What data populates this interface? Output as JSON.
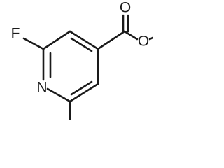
{
  "molecule": {
    "atom_labels": {
      "fluorine": "F",
      "ring_nitrogen": "N",
      "carbonyl_oxygen": "O",
      "ester_oxygen": "O"
    }
  }
}
